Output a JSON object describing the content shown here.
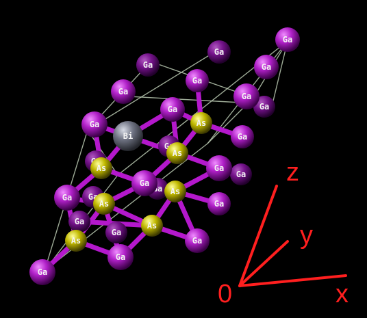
{
  "colors": {
    "background": "#000000",
    "gallium": "#b020c8",
    "arsenic": "#c8c000",
    "bismuth": "#6e7280",
    "cell_edge": "#b8c8b0",
    "axes": "#ff1f1f"
  },
  "elements": {
    "ga": "Ga",
    "as": "As",
    "bi": "Bi"
  },
  "axes": {
    "origin_label": "0",
    "x_label": "x",
    "y_label": "y",
    "z_label": "z"
  }
}
